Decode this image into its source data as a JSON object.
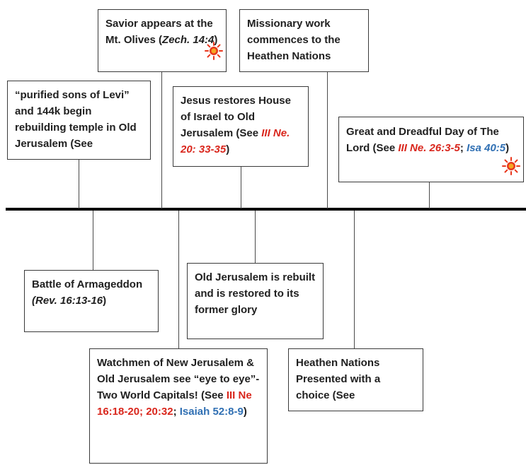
{
  "events_above": [
    {
      "text": "“purified sons of Levi” and 144k begin rebuilding temple in Old Jerusalem (See"
    },
    {
      "text_main": "Savior appears at the Mt. Olives (",
      "ref": "Zech. 14:4",
      "text_close": ")"
    },
    {
      "text_main": "Jesus restores House of Israel to Old Jerusalem (See ",
      "ref": "III Ne. 20: 33-35",
      "text_close": ")"
    },
    {
      "text": "Missionary work commences to the Heathen Nations"
    },
    {
      "text_main": "Great and Dreadful Day of The Lord (See ",
      "ref_red": "III Ne. 26:3-5",
      "sep": ";",
      "ref_blue": "Isa 40:5",
      "text_close": ")"
    }
  ],
  "events_below": [
    {
      "text_main": "Battle of Armageddon ",
      "ref": "(Rev. 16:13-16",
      "text_close": ")"
    },
    {
      "text_main": "Watchmen of New Jerusalem & Old Jerusalem see “eye to eye”-Two World Capitals! (See ",
      "ref_red": "III Ne 16:18-20; 20:32",
      "sep": ";",
      "ref_blue": "Isaiah 52:8-9",
      "text_close": ")"
    },
    {
      "text": "Old Jerusalem is rebuilt and is restored to its former glory"
    },
    {
      "text": "Heathen Nations Presented with a choice (See"
    }
  ],
  "colors": {
    "red_ref": "#d9261c",
    "blue_ref": "#2f6fb3",
    "sun": "#e8361c",
    "sun_core": "#f5a623"
  },
  "icons": [
    "sun-icon"
  ]
}
